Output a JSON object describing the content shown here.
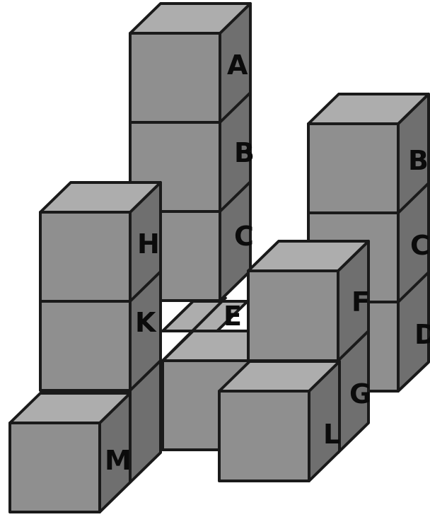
{
  "colors": {
    "front": "#8f8f8f",
    "top": "#adadad",
    "side": "#6f6f6f",
    "edge": "#1a1a1a",
    "label": "#0b0b0b"
  },
  "labels": {
    "tower1": [
      "A",
      "B",
      "C"
    ],
    "tower2": [
      "B",
      "C",
      "D"
    ],
    "tower3": [
      "H",
      "K"
    ],
    "center": "E",
    "front_right": [
      "F",
      "G",
      "L"
    ],
    "front_left": "M"
  }
}
